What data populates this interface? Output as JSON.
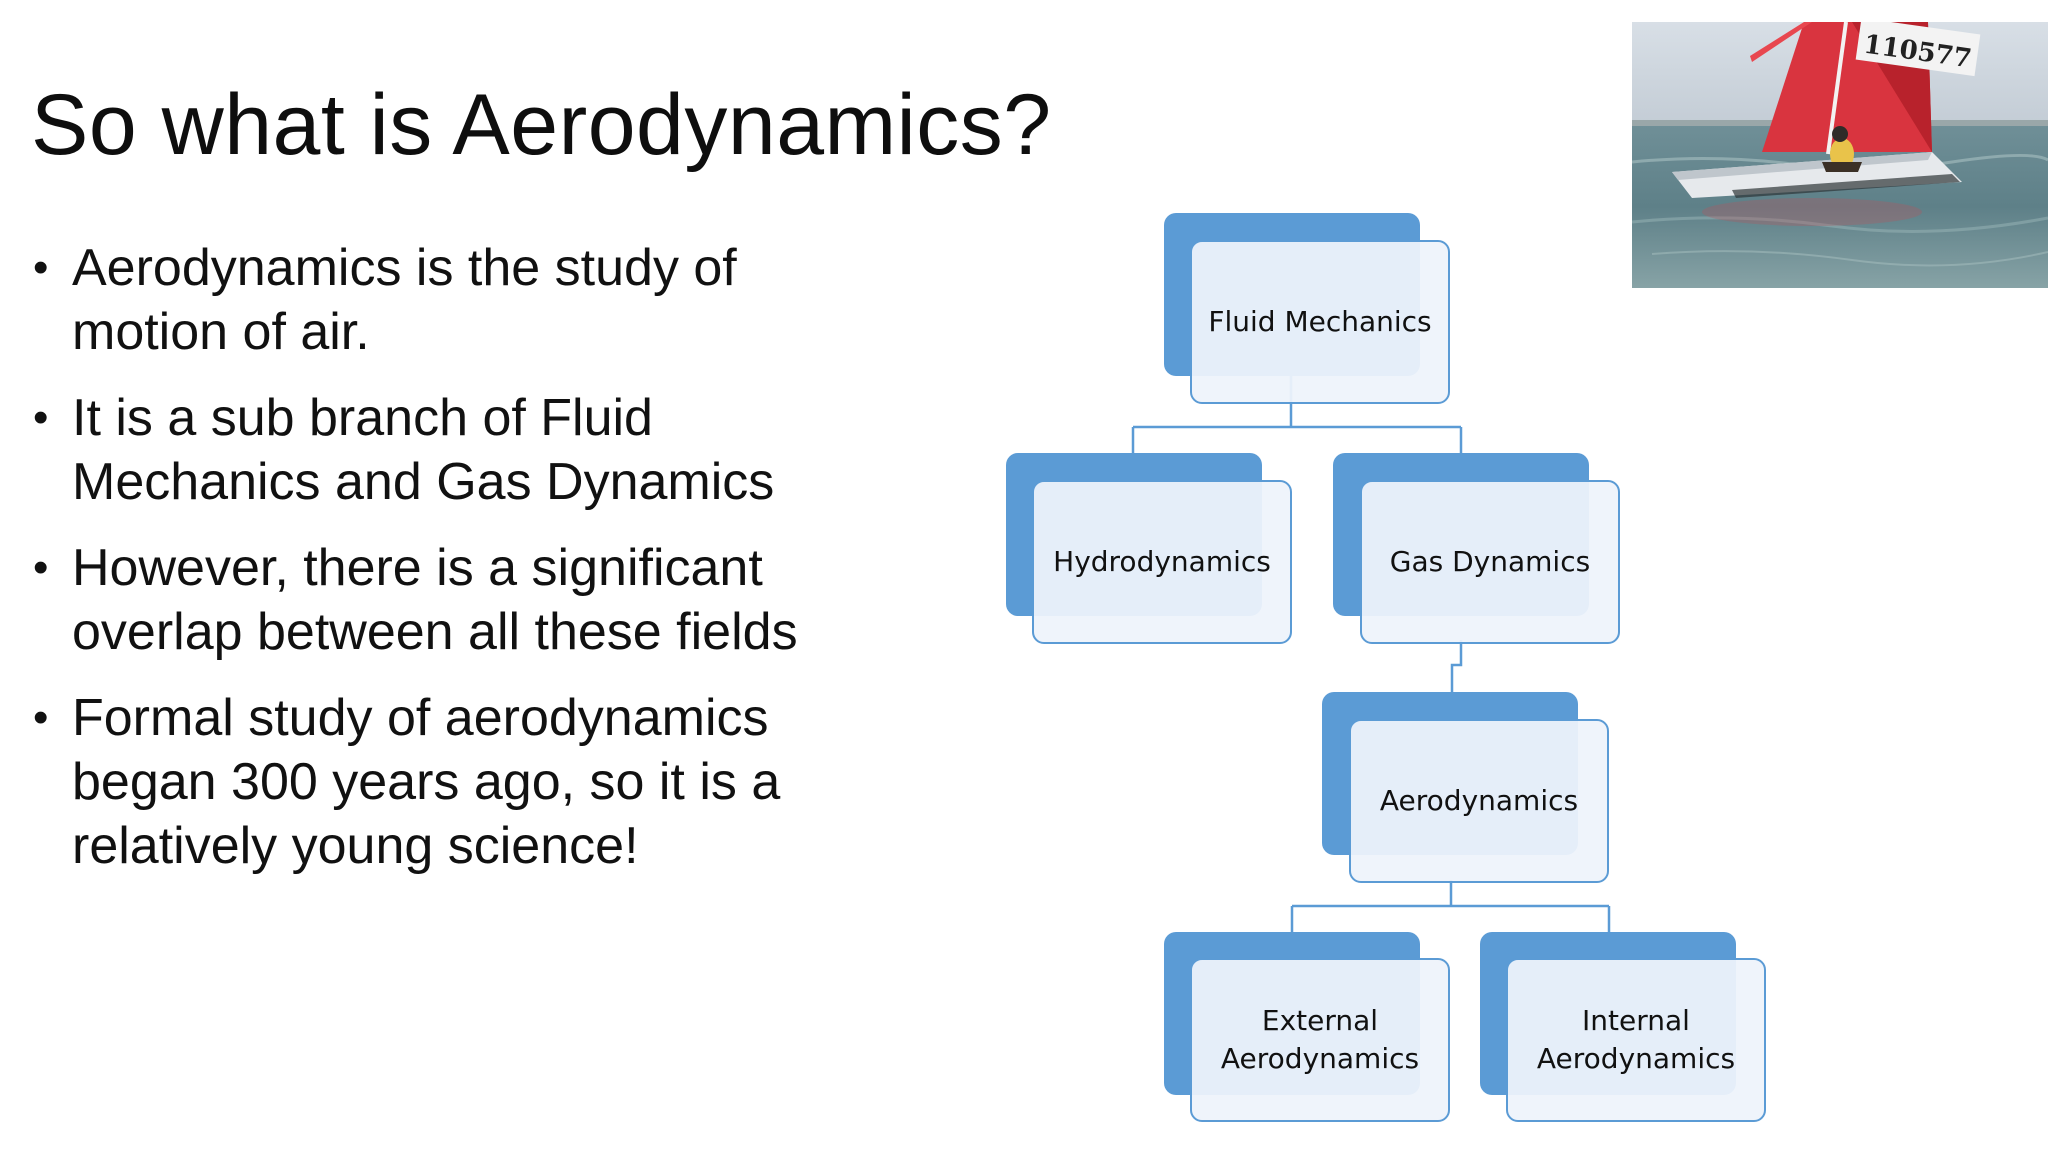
{
  "slide": {
    "title": "So what is Aerodynamics?",
    "bullets": [
      "Aerodynamics is the study of motion of air.",
      "It is a sub branch of Fluid Mechanics and Gas Dynamics",
      "However, there is a significant overlap between all these fields",
      "Formal study of aerodynamics began 300 years ago, so it is a relatively young science!"
    ]
  },
  "photo": {
    "sail_number": "110577"
  },
  "diagram": {
    "accent_color": "#5b9bd5",
    "nodes": {
      "fluid_mechanics": "Fluid Mechanics",
      "hydrodynamics": "Hydrodynamics",
      "gas_dynamics": "Gas Dynamics",
      "aerodynamics": "Aerodynamics",
      "external_aerodynamics": "External\nAerodynamics",
      "internal_aerodynamics": "Internal\nAerodynamics"
    }
  },
  "icons": {
    "bullet": "•"
  }
}
